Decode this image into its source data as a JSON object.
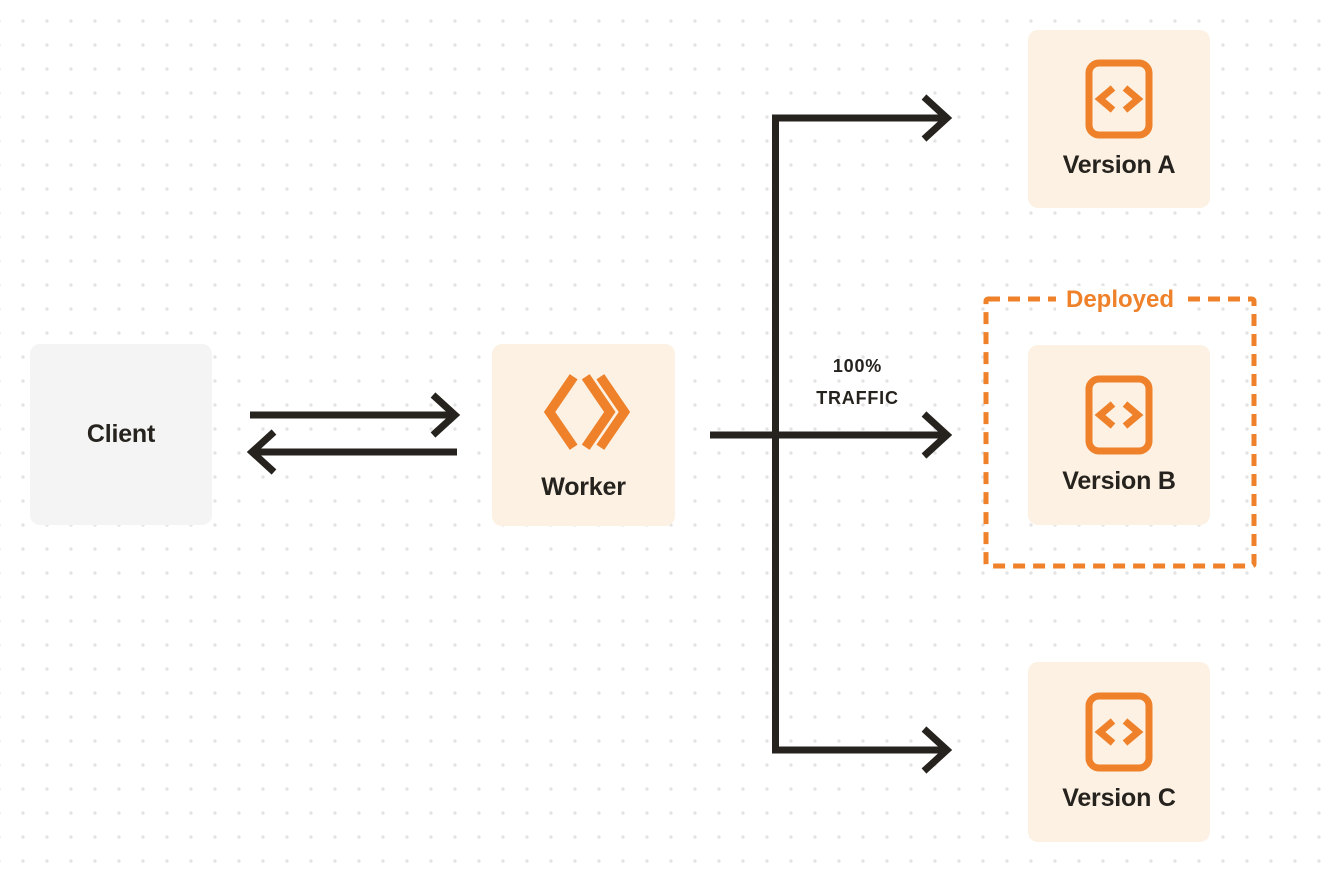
{
  "diagram": {
    "nodes": {
      "client": {
        "label": "Client"
      },
      "worker": {
        "label": "Worker"
      },
      "version_a": {
        "label": "Version A"
      },
      "version_b": {
        "label": "Version B"
      },
      "version_c": {
        "label": "Version C"
      }
    },
    "annotations": {
      "deployed": "Deployed",
      "traffic_line1": "100%",
      "traffic_line2": "TRAFFIC"
    },
    "icons": {
      "worker": "workers-logo-icon",
      "version": "code-file-icon"
    },
    "colors": {
      "accent": "#ee8129",
      "accent_fill": "#fcf1e3",
      "neutral_fill": "#f4f4f5",
      "ink": "#26231e",
      "dot": "#e3e3e5",
      "canvas": "#ffffff"
    }
  }
}
